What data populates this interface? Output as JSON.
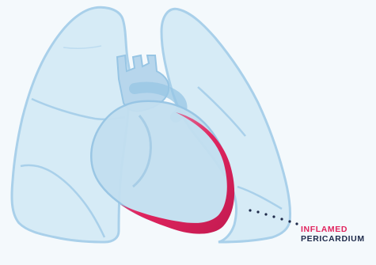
{
  "labels": {
    "line1": "INFLAMED",
    "line2": "PERICARDIUM"
  },
  "colors": {
    "background": "#f4f9fc",
    "lung_fill": "#d6ebf6",
    "lung_stroke": "#a9d0ea",
    "heart_fill": "#c3dff0",
    "heart_stroke": "#97c5e4",
    "aorta_fill": "#b7d6ec",
    "pericardium": "#e0245e",
    "pericardium_dark": "#b51a4b",
    "label_highlight": "#e0245e",
    "label_text": "#1e2a4a"
  },
  "icons": {
    "lungs": "lungs-icon",
    "heart": "heart-icon",
    "leader": "dotted-leader-line"
  }
}
